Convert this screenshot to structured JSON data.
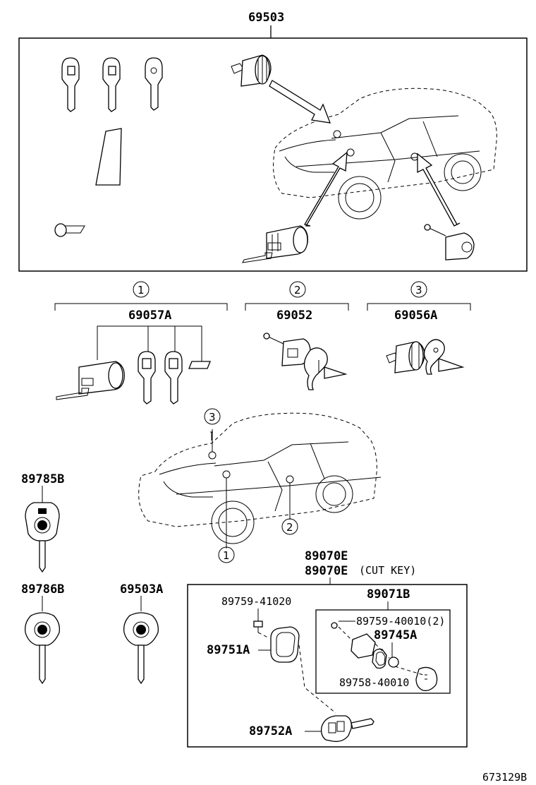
{
  "labels": {
    "main_set": "69503",
    "group1": "69057A",
    "group2": "69052",
    "group3": "69056A",
    "key_89785B": "89785B",
    "key_89786B": "89786B",
    "key_69503A": "69503A",
    "transmitter_a": "89070E",
    "transmitter_b": "89070E",
    "cut_key": "(CUT KEY)",
    "sub_89071B": "89071B",
    "screw_89759_41020": "89759-41020",
    "screw_89759_40010": "89759-40010(2)",
    "part_89745A": "89745A",
    "part_89751A": "89751A",
    "part_89758_40010": "89758-40010",
    "part_89752A": "89752A",
    "diagram_id": "673129B"
  },
  "callouts": [
    "1",
    "2",
    "3"
  ]
}
